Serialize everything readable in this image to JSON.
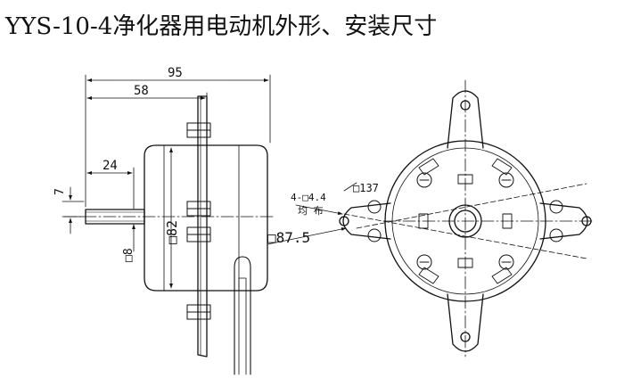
{
  "title": "YYS-10-4净化器用电动机外形、安装尺寸",
  "side_view": {
    "dim_overall_length": "95",
    "dim_body_length": "58",
    "dim_shaft_length": "24",
    "dim_shaft_height": "7",
    "dim_shaft_square": "□8",
    "dim_body_square": "□82"
  },
  "front_view": {
    "dim_hole_square": "□137",
    "dim_holes_count": "4-□4.4",
    "dim_holes_note": "均 布",
    "dim_body_square": "□87.5"
  }
}
